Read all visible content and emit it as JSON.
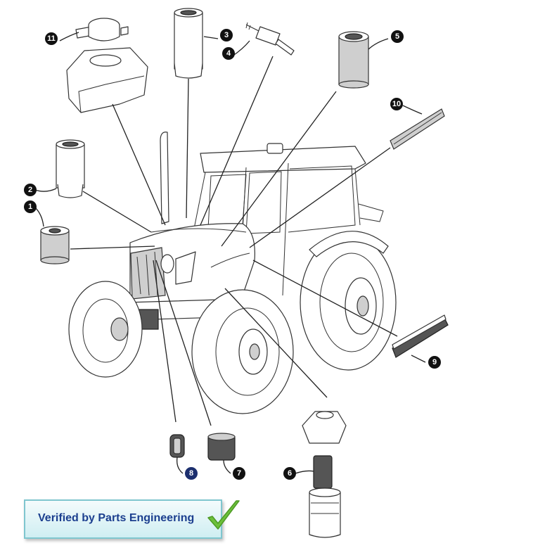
{
  "callouts": [
    {
      "id": "1",
      "label": "1"
    },
    {
      "id": "2",
      "label": "2"
    },
    {
      "id": "3",
      "label": "3"
    },
    {
      "id": "4",
      "label": "4"
    },
    {
      "id": "5",
      "label": "5"
    },
    {
      "id": "6",
      "label": "6"
    },
    {
      "id": "7",
      "label": "7"
    },
    {
      "id": "8",
      "label": "8"
    },
    {
      "id": "9",
      "label": "9"
    },
    {
      "id": "10",
      "label": "10"
    },
    {
      "id": "11",
      "label": "11"
    }
  ],
  "banner": {
    "text": "Verified by Parts Engineering",
    "icon": "checkmark-icon",
    "check_color": "#6cc03a"
  },
  "colors": {
    "callout_fill": "#111111",
    "callout_8_fill": "#1c2f6e",
    "line_color": "#222222"
  }
}
